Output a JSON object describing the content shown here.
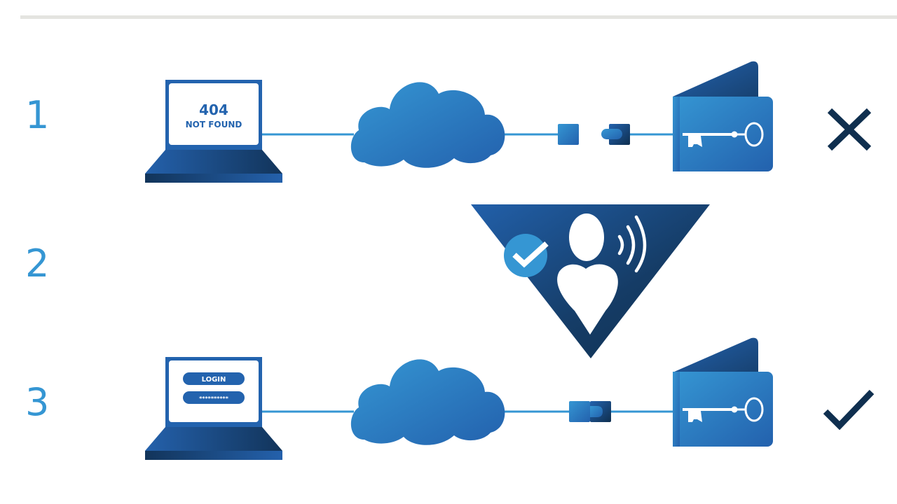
{
  "colors": {
    "accent_light": "#3596d3",
    "accent_mid": "#2364b0",
    "accent_dark": "#0f2f4f",
    "divider": "#e4e4e0",
    "background": "#ffffff"
  },
  "steps": [
    {
      "number": "1",
      "screen_title": "404",
      "screen_subtitle": "NOT FOUND",
      "connection": "disconnected",
      "result_icon": "cross-icon"
    },
    {
      "number": "2",
      "badge_icon": "verified-user-voice-icon"
    },
    {
      "number": "3",
      "login_label": "LOGIN",
      "password_mask": "**********",
      "connection": "connected",
      "result_icon": "checkmark-icon"
    }
  ]
}
